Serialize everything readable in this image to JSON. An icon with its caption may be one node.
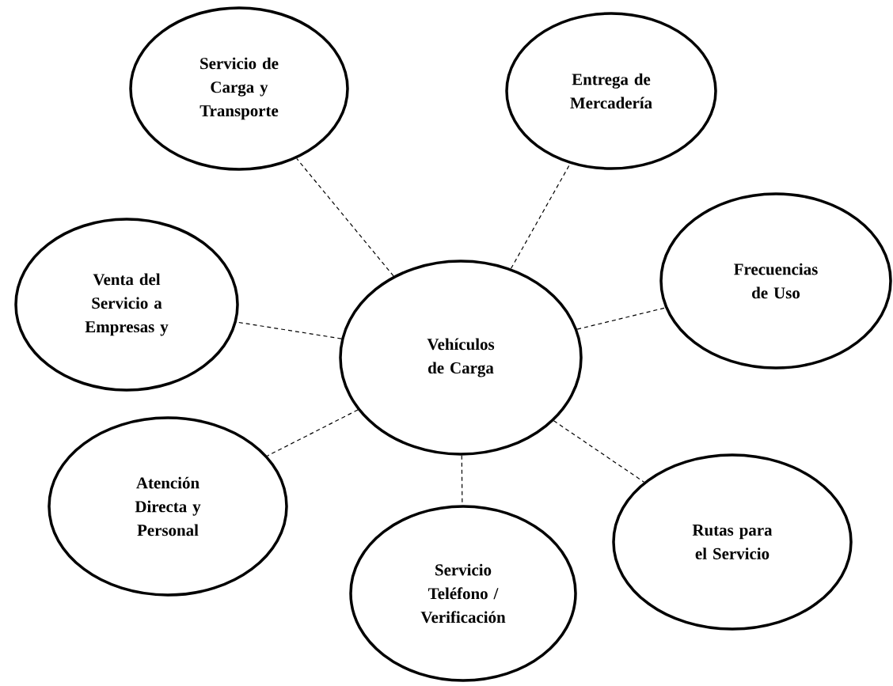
{
  "diagram": {
    "nodes": [
      {
        "text": [
          "Servicio de Carga y Transporte"
        ]
      },
      {
        "text": [
          "Entrega de Mercadería"
        ]
      },
      {
        "text": [
          "Venta del Servicio a Empresas y"
        ]
      },
      {
        "text": [
          "Vehículos de Carga"
        ]
      },
      {
        "text": [
          "Frecuencias de Uso"
        ]
      },
      {
        "text": [
          "Atención Directa y Personal"
        ]
      },
      {
        "text": [
          "Rutas para el Servicio"
        ]
      },
      {
        "text": [
          "Servicio Teléfono / Verificación"
        ]
      }
    ],
    "edges": [
      {
        "from": 3,
        "to": 0,
        "arrow": "none",
        "style": "dashed"
      },
      {
        "from": 3,
        "to": 1,
        "arrow": "none",
        "style": "dashed"
      },
      {
        "from": 3,
        "to": 2,
        "arrow": "none",
        "style": "dashed"
      },
      {
        "from": 3,
        "to": 4,
        "arrow": "none",
        "style": "dashed"
      },
      {
        "from": 3,
        "to": 5,
        "arrow": "none",
        "style": "dashed"
      },
      {
        "from": 3,
        "to": 6,
        "arrow": "none",
        "style": "dashed"
      },
      {
        "from": 3,
        "to": 7,
        "arrow": "none",
        "style": "dashed"
      }
    ]
  }
}
